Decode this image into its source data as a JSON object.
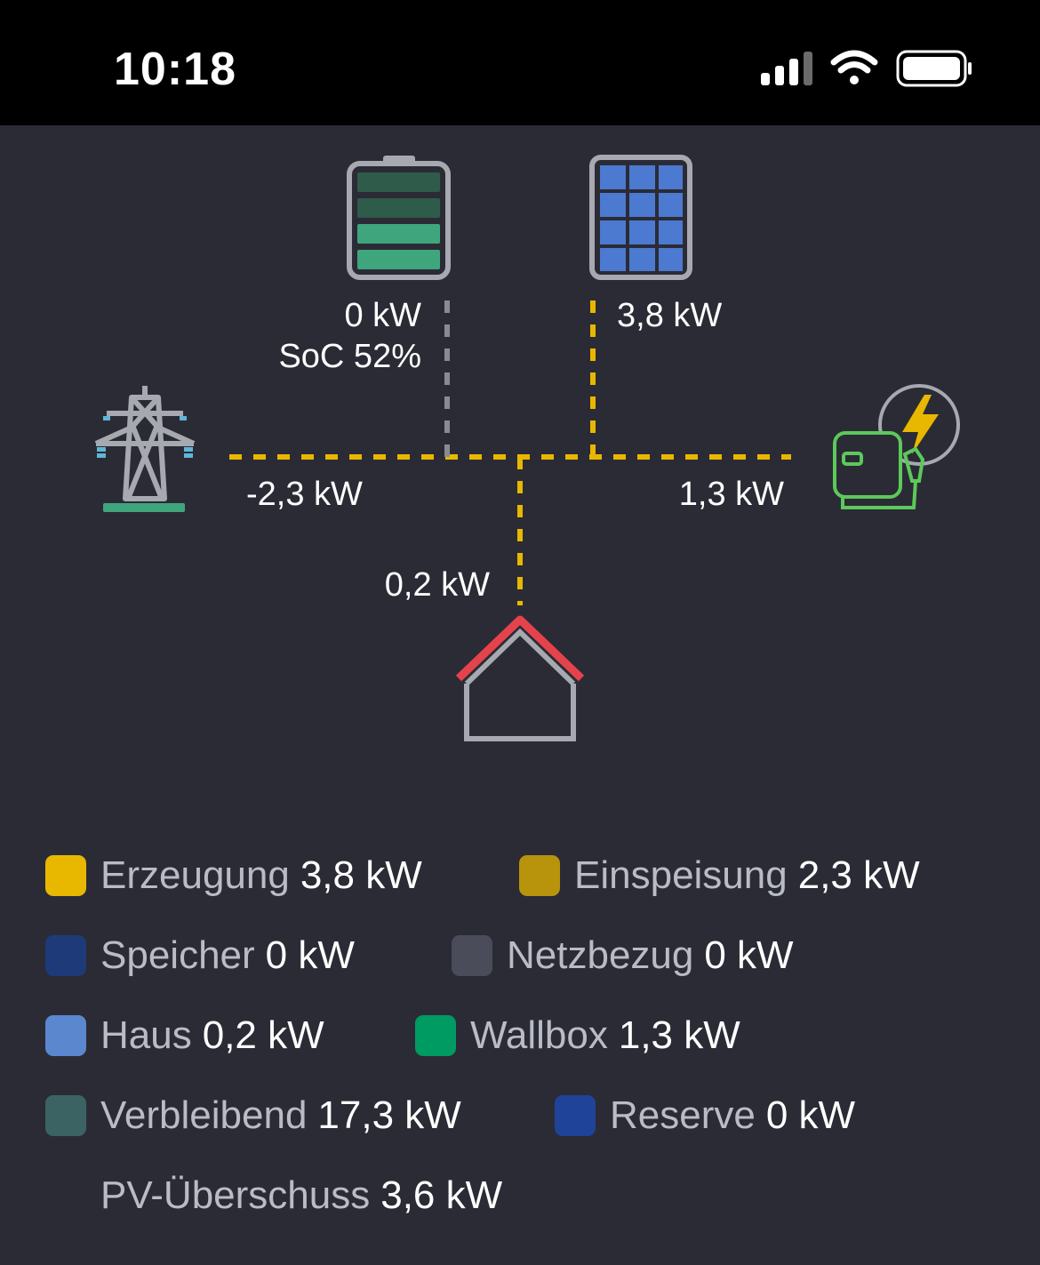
{
  "status_bar": {
    "time": "10:18"
  },
  "flow": {
    "battery": {
      "power": "0 kW",
      "soc": "SoC 52%"
    },
    "solar": {
      "power": "3,8 kW"
    },
    "grid": {
      "power": "-2,3 kW"
    },
    "wallbox": {
      "power": "1,3 kW"
    },
    "house": {
      "power": "0,2 kW"
    }
  },
  "legend": [
    {
      "name": "Erzeugung",
      "value": "3,8 kW",
      "color": "#e8b800"
    },
    {
      "name": "Einspeisung",
      "value": "2,3 kW",
      "color": "#b8930c"
    },
    {
      "name": "Speicher",
      "value": "0 kW",
      "color": "#1e3a78"
    },
    {
      "name": "Netzbezug",
      "value": "0 kW",
      "color": "#4b4c59"
    },
    {
      "name": "Haus",
      "value": "0,2 kW",
      "color": "#5b87cf"
    },
    {
      "name": "Wallbox",
      "value": "1,3 kW",
      "color": "#009a63"
    },
    {
      "name": "Verbleibend",
      "value": "17,3 kW",
      "color": "#3c6364"
    },
    {
      "name": "Reserve",
      "value": "0 kW",
      "color": "#1f4398"
    },
    {
      "name": "PV-Überschuss",
      "value": "3,6 kW"
    }
  ],
  "colors": {
    "background": "#2b2b36",
    "flow_active": "#e8b800",
    "flow_idle": "#8a8b92",
    "roof": "#e5434b",
    "wallbox": "#5cc95a"
  }
}
